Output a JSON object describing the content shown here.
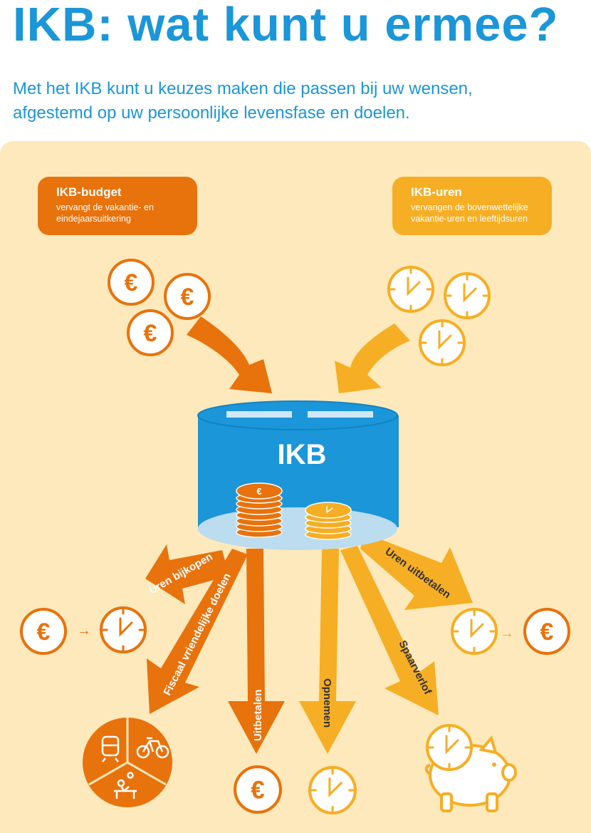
{
  "header": {
    "title": "IKB: wat kunt u ermee?",
    "subtitle_line1": "Met het IKB kunt u keuzes maken die passen bij uw wensen,",
    "subtitle_line2": "afgestemd op uw persoonlijke levensfase en doelen."
  },
  "budget": {
    "title": "IKB-budget",
    "desc_line1": "vervangt de vakantie- en",
    "desc_line2": "eindejaarsuitkering"
  },
  "uren": {
    "title": "IKB-uren",
    "desc_line1": "vervangen de bovenwettelijke",
    "desc_line2": "vakantie-uren en leeftijdsuren"
  },
  "vessel": {
    "logo": "IKB"
  },
  "arrows": {
    "uren_bijkopen": "Uren bijkopen",
    "fiscaal": "Fiscaal vriendelijke doelen",
    "uitbetalen": "Uitbetalen",
    "opnemen": "Opnemen",
    "spaarverlof": "Spaarverlof",
    "uren_uitbetalen": "Uren uitbetalen"
  },
  "symbols": {
    "euro": "€",
    "arrow": "→"
  },
  "icons": [
    "euro-coin-icon",
    "clock-icon",
    "train-icon",
    "bicycle-icon",
    "person-at-desk-icon",
    "piggy-bank-icon"
  ],
  "colors": {
    "blue": "#1b96d8",
    "orange": "#e8720c",
    "yellow": "#f6ae24",
    "panel": "#fde9bb"
  }
}
